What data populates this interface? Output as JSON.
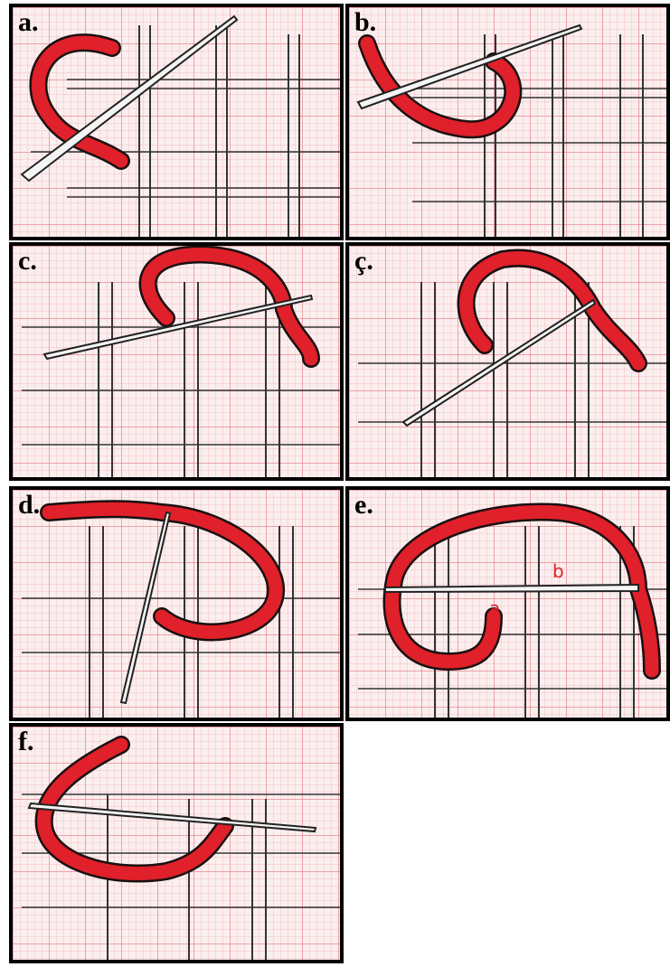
{
  "panels": [
    {
      "id": "a",
      "label": "a."
    },
    {
      "id": "b",
      "label": "b."
    },
    {
      "id": "c",
      "label": "c."
    },
    {
      "id": "cc",
      "label": "ç."
    },
    {
      "id": "d",
      "label": "d."
    },
    {
      "id": "e",
      "label": "e.",
      "marks": {
        "a": "a",
        "b": "b"
      }
    },
    {
      "id": "f",
      "label": "f."
    }
  ],
  "colors": {
    "thread": "#e0202a",
    "outline": "#1a1010",
    "frame": "#000000"
  }
}
